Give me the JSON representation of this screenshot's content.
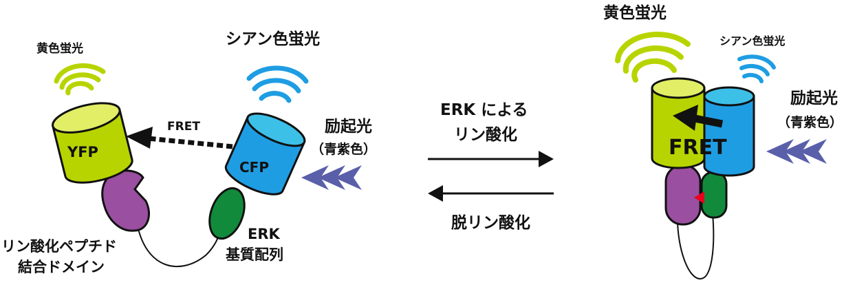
{
  "left": {
    "yellow_fluorescence": "黄色蛍光",
    "cyan_fluorescence": "シアン色蛍光",
    "fret": "FRET",
    "yfp": "YFP",
    "cfp": "CFP",
    "excitation": "励起光",
    "excitation_color": "（青紫色）",
    "binding_domain_line1": "リン酸化ペプチド",
    "binding_domain_line2": "結合ドメイン",
    "substrate_line1": "ERK",
    "substrate_line2": "基質配列"
  },
  "middle": {
    "forward_line1": "ERK による",
    "forward_line2": "リン酸化",
    "reverse": "脱リン酸化"
  },
  "right": {
    "yellow_fluorescence": "黄色蛍光",
    "cyan_fluorescence": "シアン色蛍光",
    "fret": "FRET",
    "excitation": "励起光",
    "excitation_color": "（青紫色）"
  },
  "colors": {
    "yfp": "#b8d400",
    "yfp_top": "#e2ee66",
    "cfp": "#1f9de3",
    "cfp_top": "#3cc0e8",
    "binding_domain": "#9a4fa0",
    "substrate": "#128a3c",
    "excitation_arrows": "#5a5faa",
    "phosphate": "#e8001c"
  }
}
